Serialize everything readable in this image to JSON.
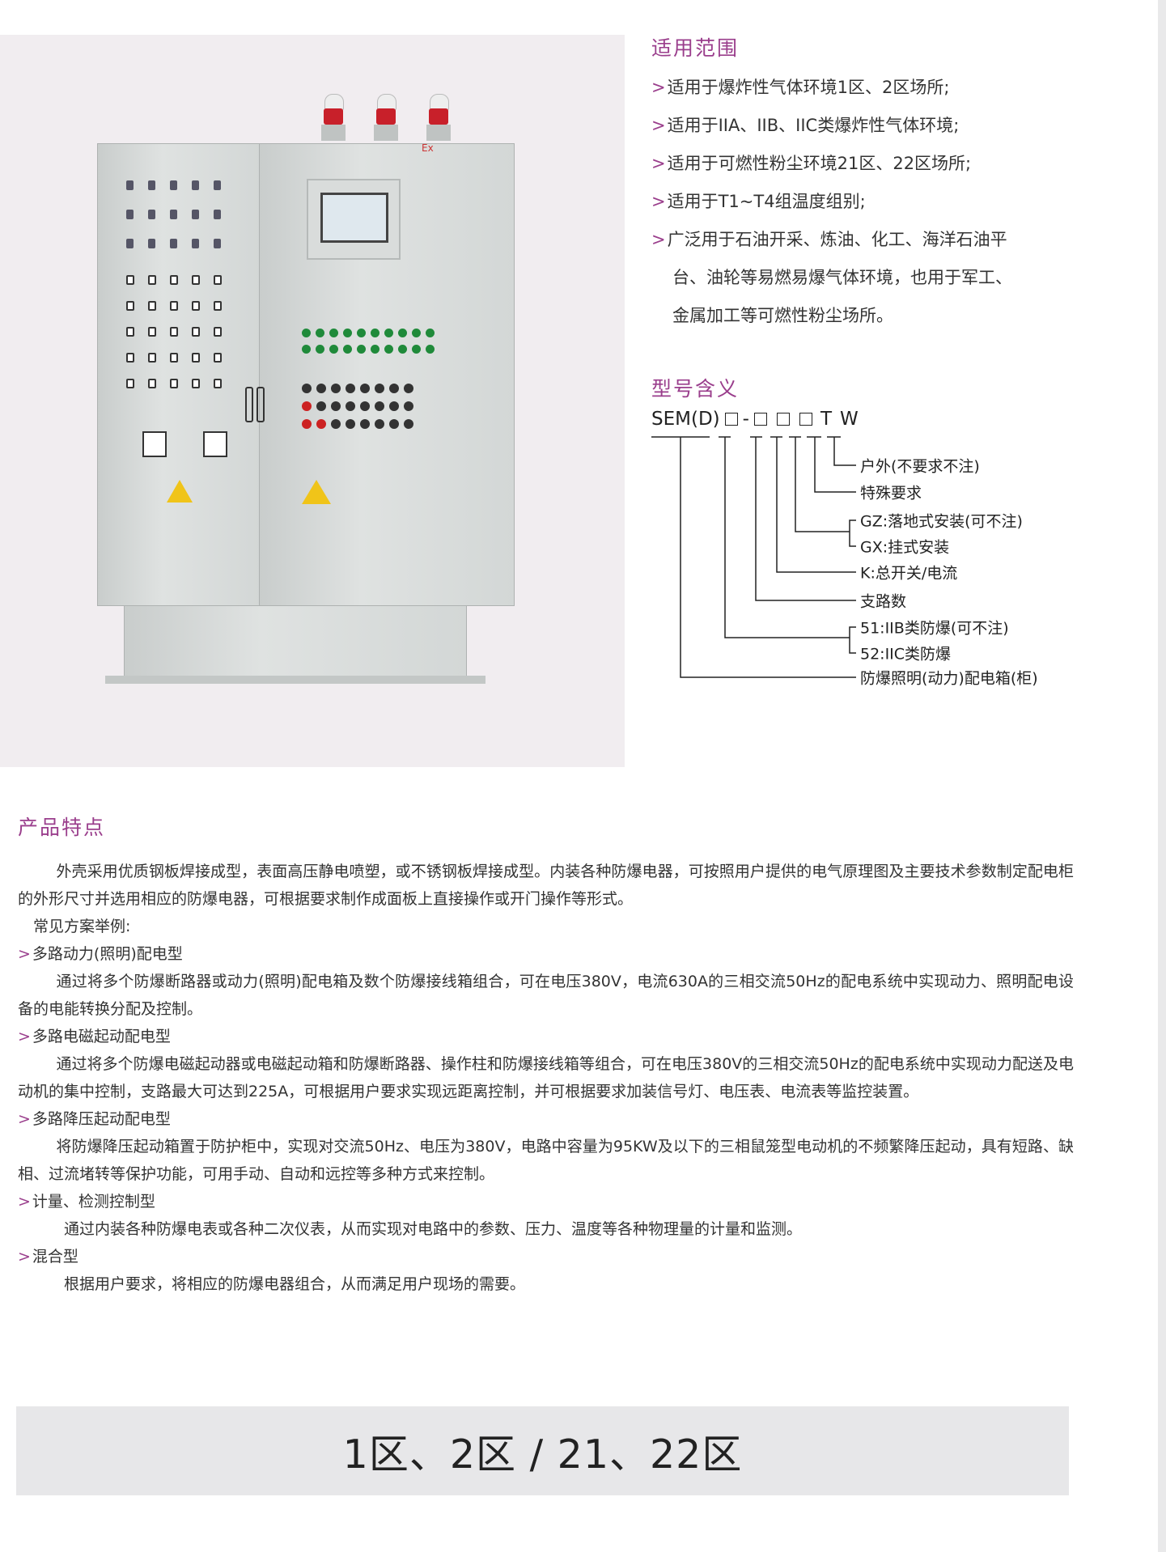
{
  "scope": {
    "title": "适用范围",
    "marker": ">",
    "items": [
      "适用于爆炸性气体环境1区、2区场所;",
      "适用于IIA、IIB、IIC类爆炸性气体环境;",
      "适用于可燃性粉尘环境21区、22区场所;",
      "适用于T1~T4组温度组别;",
      "广泛用于石油开采、炼油、化工、海洋石油平",
      "台、油轮等易燃易爆气体环境，也用于军工、",
      "金属加工等可燃性粉尘场所。"
    ]
  },
  "model": {
    "title": "型号含义",
    "code_prefix": "SEM(D)",
    "dash": "-",
    "code_t": "T",
    "code_w": "W",
    "labels": [
      "户外(不要求不注)",
      "特殊要求",
      "GZ:落地式安装(可不注)",
      "GX:挂式安装",
      "K:总开关/电流",
      "支路数",
      "51:IIB类防爆(可不注)",
      "52:IIC类防爆",
      "防爆照明(动力)配电箱(柜)"
    ]
  },
  "product_image": {
    "ex_mark": "Ex"
  },
  "features": {
    "title": "产品特点",
    "marker": ">",
    "intro": "外壳采用优质钢板焊接成型，表面高压静电喷塑，或不锈钢板焊接成型。内装各种防爆电器，可按照用户提供的电气原理图及主要技术参数制定配电柜的外形尺寸并选用相应的防爆电器，可根据要求制作成面板上直接操作或开门操作等形式。",
    "examples_label": "常见方案举例:",
    "types": [
      {
        "name": "多路动力(照明)配电型",
        "desc": "通过将多个防爆断路器或动力(照明)配电箱及数个防爆接线箱组合，可在电压380V，电流630A的三相交流50Hz的配电系统中实现动力、照明配电设备的电能转换分配及控制。"
      },
      {
        "name": "多路电磁起动配电型",
        "desc": "通过将多个防爆电磁起动器或电磁起动箱和防爆断路器、操作柱和防爆接线箱等组合，可在电压380V的三相交流50Hz的配电系统中实现动力配送及电动机的集中控制，支路最大可达到225A，可根据用户要求实现远距离控制，并可根据要求加装信号灯、电压表、电流表等监控装置。"
      },
      {
        "name": "多路降压起动配电型",
        "desc": "将防爆降压起动箱置于防护柜中，实现对交流50Hz、电压为380V，电路中容量为95KW及以下的三相鼠笼型电动机的不频繁降压起动，具有短路、缺相、过流堵转等保护功能，可用手动、自动和远控等多种方式来控制。"
      },
      {
        "name": "计量、检测控制型",
        "desc": "通过内装各种防爆电表或各种二次仪表，从而实现对电路中的参数、压力、温度等各种物理量的计量和监测。"
      },
      {
        "name": "混合型",
        "desc": "根据用户要求，将相应的防爆电器组合，从而满足用户现场的需要。"
      }
    ]
  },
  "banner": {
    "text": "1区、2区 / 21、22区"
  },
  "colors": {
    "accent": "#9a3e8c",
    "banner_bg": "#e7e7e9",
    "photo_bg": "#f1edf0"
  }
}
